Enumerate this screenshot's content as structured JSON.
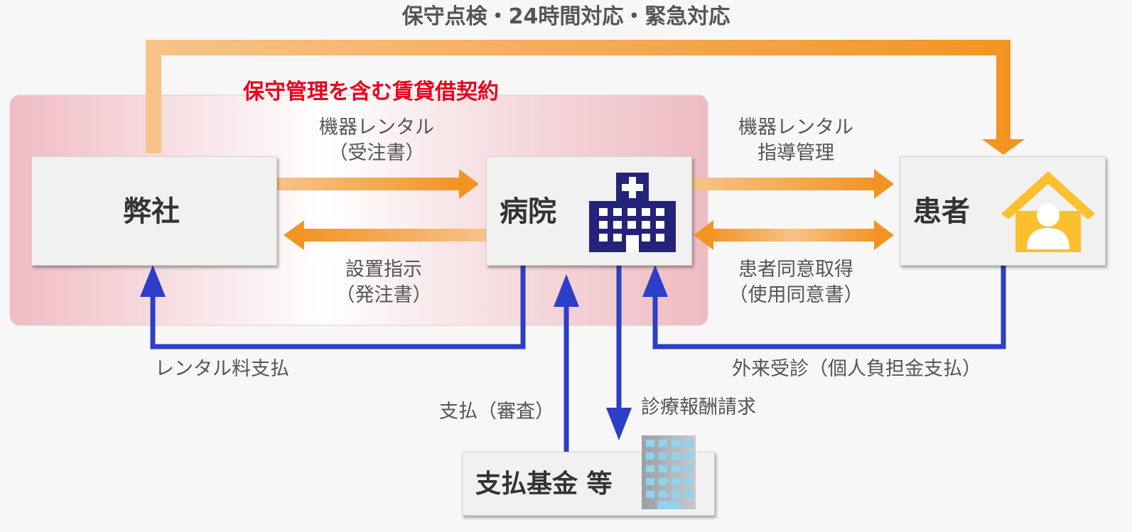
{
  "top_label": "保守点検・24時間対応・緊急対応",
  "contract_label": "保守管理を含む賃貸借契約",
  "nodes": {
    "company": "弊社",
    "hospital": "病院",
    "patient": "患者",
    "fund": "支払基金 等"
  },
  "flows": {
    "rental_line1": "機器レンタル",
    "rental_line2": "（受注書）",
    "install_line1": "設置指示",
    "install_line2": "（発注書）",
    "guidance_line1": "機器レンタル",
    "guidance_line2": "指導管理",
    "consent_line1": "患者同意取得",
    "consent_line2": "（使用同意書）",
    "rental_fee": "レンタル料支払",
    "outpatient": "外来受診（個人負担金支払）",
    "payment_review": "支払（審査）",
    "billing": "診療報酬請求"
  },
  "colors": {
    "orange": "#f39422",
    "orange_light": "#f7c38a",
    "blue": "#2d3ec8",
    "red": "#e8001c",
    "navy_icon": "#24237a",
    "house_yellow": "#fbc02d"
  }
}
